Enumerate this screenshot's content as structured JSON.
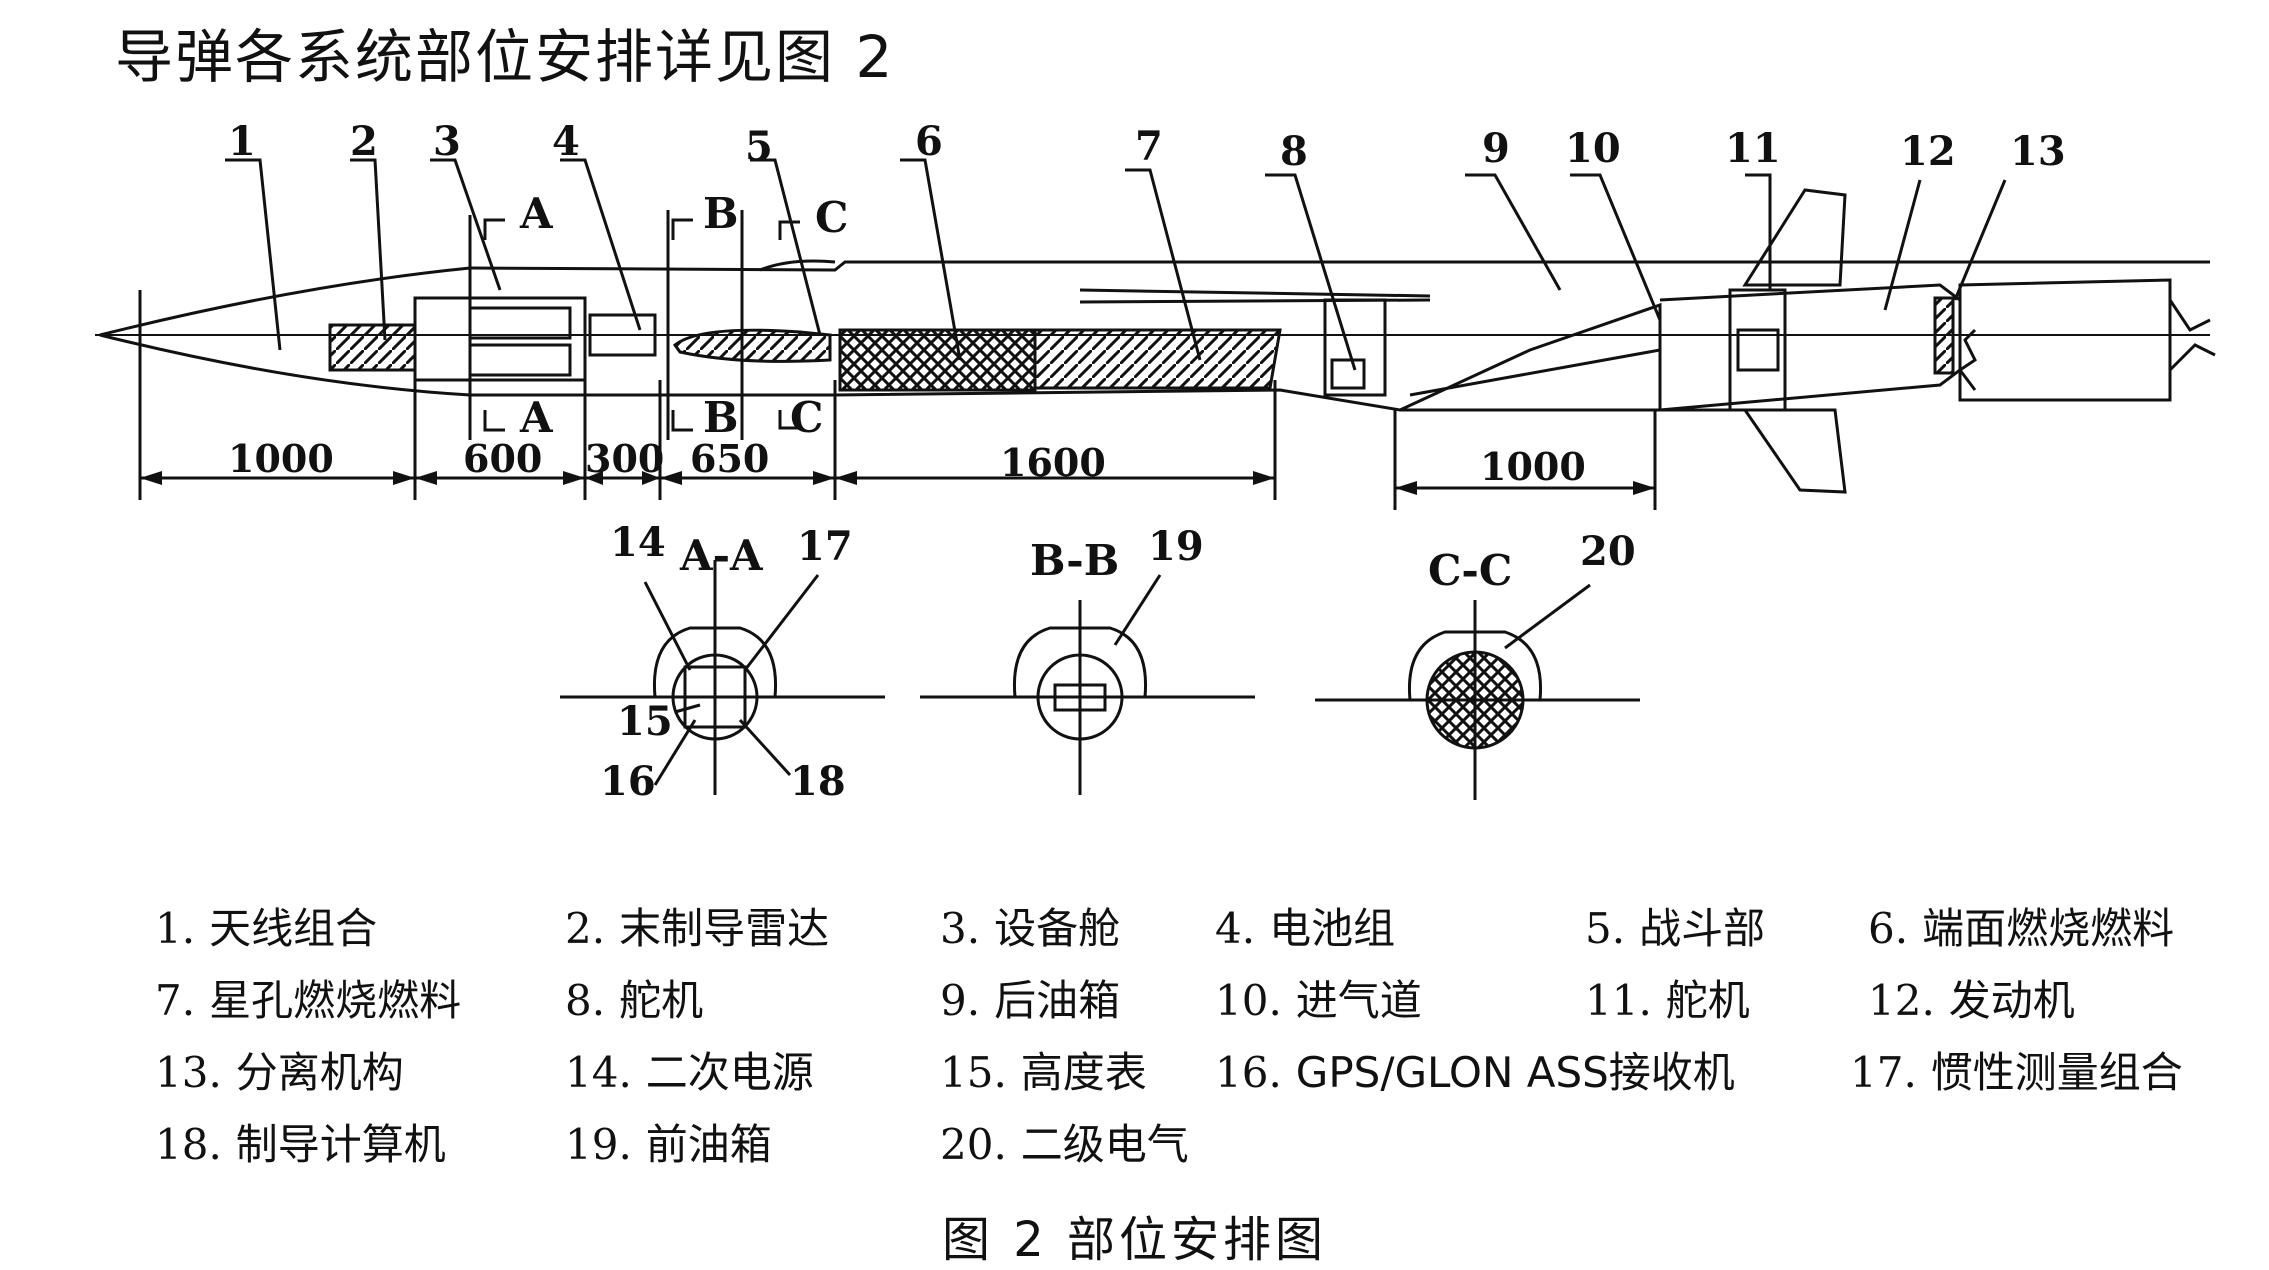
{
  "title": "导弹各系统部位安排详见图 2",
  "parts": [
    {
      "n": "1",
      "label": "1",
      "name": "天线组合"
    },
    {
      "n": "2",
      "label": "2",
      "name": "末制导雷达"
    },
    {
      "n": "3",
      "label": "3",
      "name": "设备舱"
    },
    {
      "n": "4",
      "label": "4",
      "name": "电池组"
    },
    {
      "n": "5",
      "label": "5",
      "name": "战斗部"
    },
    {
      "n": "6",
      "label": "6",
      "name": "端面燃烧燃料"
    },
    {
      "n": "7",
      "label": "7",
      "name": "星孔燃烧燃料"
    },
    {
      "n": "8",
      "label": "8",
      "name": "舵机"
    },
    {
      "n": "9",
      "label": "9",
      "name": "后油箱"
    },
    {
      "n": "10",
      "label": "10",
      "name": "进气道"
    },
    {
      "n": "11",
      "label": "11",
      "name": "舵机"
    },
    {
      "n": "12",
      "label": "12",
      "name": "发动机"
    },
    {
      "n": "13",
      "label": "13",
      "name": "分离机构"
    },
    {
      "n": "14",
      "label": "14",
      "name": "二次电源"
    },
    {
      "n": "15",
      "label": "15",
      "name": "高度表"
    },
    {
      "n": "16",
      "label": "16",
      "name": "GPS/GLON ASS接收机"
    },
    {
      "n": "17",
      "label": "17",
      "name": "惯性测量组合"
    },
    {
      "n": "18",
      "label": "18",
      "name": "制导计算机"
    },
    {
      "n": "19",
      "label": "19",
      "name": "前油箱"
    },
    {
      "n": "20",
      "label": "20",
      "name": "二级电气"
    }
  ],
  "legend_numbers": [
    "1.",
    "2.",
    "3.",
    "4.",
    "5.",
    "6.",
    "7.",
    "8.",
    "9.",
    "10.",
    "11.",
    "12.",
    "13.",
    "14.",
    "15.",
    "16.",
    "17.",
    "18.",
    "19.",
    "20."
  ],
  "dimensions": [
    "1000",
    "600",
    "300",
    "650",
    "1600",
    "1000"
  ],
  "section_markers": {
    "a": "A",
    "b": "B",
    "c": "C"
  },
  "sections": [
    "A-A",
    "B-B",
    "C-C"
  ],
  "caption": "图  2    部位安排图"
}
